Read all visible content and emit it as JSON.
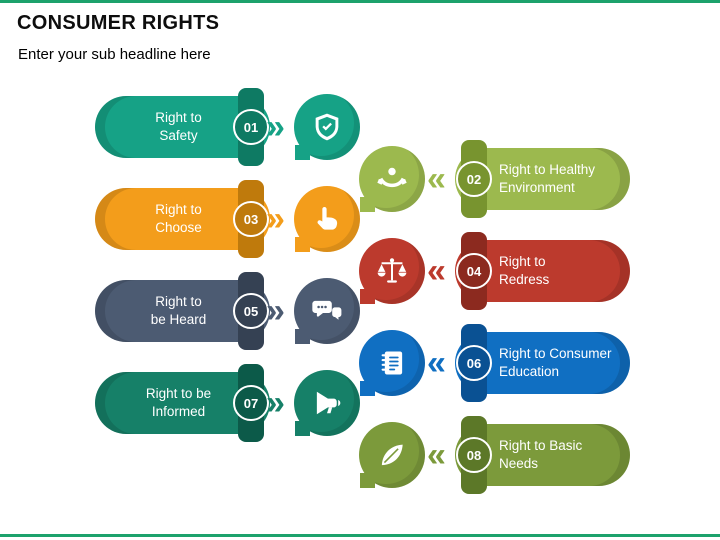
{
  "slide": {
    "title": "CONSUMER RIGHTS",
    "subtitle": "Enter your sub headline here",
    "accent_color": "#1CA26C"
  },
  "glyphs": {
    "chevron_right": "»",
    "chevron_left": "«"
  },
  "items": [
    {
      "number": "01",
      "label": "Right to Safety",
      "lines": [
        "Right to",
        "Safety"
      ],
      "side": "left",
      "icon": "shield-icon",
      "color": "#16A286",
      "color_dark": "#0E7A63"
    },
    {
      "number": "02",
      "label": "Right to Healthy Environment",
      "lines": [
        "Right to Healthy",
        "Environment"
      ],
      "side": "right",
      "icon": "hands-icon",
      "color": "#9CB94E",
      "color_dark": "#78942F"
    },
    {
      "number": "03",
      "label": "Right to Choose",
      "lines": [
        "Right to",
        "Choose"
      ],
      "side": "left",
      "icon": "pointing-hand-icon",
      "color": "#F39D1B",
      "color_dark": "#BF7A0C"
    },
    {
      "number": "04",
      "label": "Right to Redress",
      "lines": [
        "Right to",
        "Redress"
      ],
      "side": "right",
      "icon": "scales-icon",
      "color": "#BC3A2D",
      "color_dark": "#8C2A1F"
    },
    {
      "number": "05",
      "label": "Right to be Heard",
      "lines": [
        "Right to",
        "be Heard"
      ],
      "side": "left",
      "icon": "chat-bubbles-icon",
      "color": "#4C5B72",
      "color_dark": "#354153"
    },
    {
      "number": "06",
      "label": "Right to Consumer Education",
      "lines": [
        "Right to Consumer",
        "Education"
      ],
      "side": "right",
      "icon": "notebook-icon",
      "color": "#106FC2",
      "color_dark": "#0A5193"
    },
    {
      "number": "07",
      "label": "Right to be Informed",
      "lines": [
        "Right to be",
        "Informed"
      ],
      "side": "left",
      "icon": "megaphone-icon",
      "color": "#168068",
      "color_dark": "#0C5A49"
    },
    {
      "number": "08",
      "label": "Right to Basic Needs",
      "lines": [
        "Right to Basic",
        "Needs"
      ],
      "side": "right",
      "icon": "hand-leaf-icon",
      "color": "#7C9A3B",
      "color_dark": "#5C7828"
    }
  ]
}
